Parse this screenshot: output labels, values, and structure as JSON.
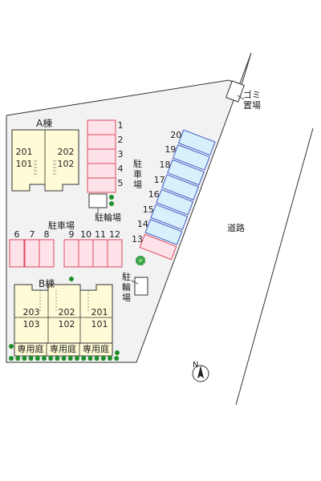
{
  "building_a": {
    "label": "A棟",
    "upper": [
      "201",
      "202"
    ],
    "lower": [
      "101",
      "102"
    ]
  },
  "building_b": {
    "label": "B棟",
    "upper": [
      "203",
      "202",
      "201"
    ],
    "lower": [
      "103",
      "102",
      "101"
    ],
    "gardens": [
      "専用庭",
      "専用庭",
      "専用庭"
    ]
  },
  "parking_label": "駐車場",
  "parking_label_vertical": "駐車場",
  "bicycle_label": "駐輪場",
  "bicycle_label_vertical": "駐輪場",
  "garbage_label": "ゴミ置場",
  "road_label": "道路",
  "north_label": "N",
  "parking_right": [
    "1",
    "2",
    "3",
    "4",
    "5"
  ],
  "parking_bottom": [
    "6",
    "7",
    "8",
    "9",
    "10",
    "11",
    "12"
  ],
  "parking_diagonal": [
    "13",
    "14",
    "15",
    "16",
    "17",
    "18",
    "19",
    "20"
  ],
  "colors": {
    "lot": "#f2f2f2",
    "building": "#fffbd6",
    "parking_pink": "#fde2ea",
    "parking_pink_border": "#e0485f",
    "parking_blue": "#d8f0fb",
    "parking_blue_border": "#3f58c8",
    "tree": "#1f8f2a"
  }
}
